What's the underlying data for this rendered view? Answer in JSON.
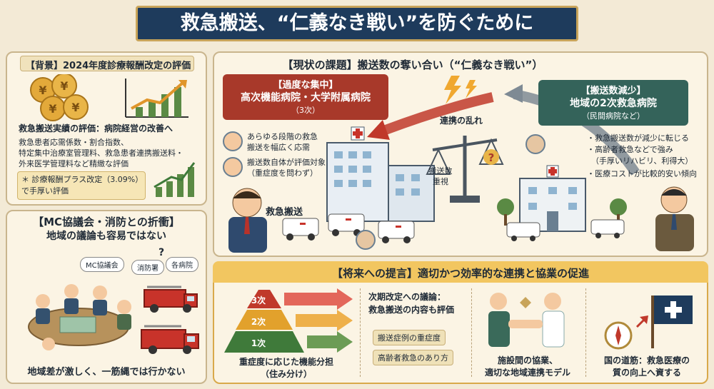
{
  "title": "救急搬送、“仁義なき戦い”を防ぐために",
  "background_panel": {
    "header": "【背景】2024年度診療報酬改定の評価",
    "line1": "救急搬送実績の評価：病院経営の改善へ",
    "detail1": "救急患者応需係数・割合指数、",
    "detail2": "特定集中治療室管理料、救急患者連携搬送料・",
    "detail3": "外来医学管理料など精緻な評価",
    "note1": "＊ 診療報酬プラス改定（3.09%）",
    "note2": "で手厚い評価",
    "coin_symbol": "¥"
  },
  "mc_panel": {
    "header": "【MC協議会・消防との折衝】",
    "subheader": "地域の議論も容易ではない",
    "bubble1": "MC協議会",
    "bubble2": "消防署",
    "bubble3": "各病院",
    "question": "?",
    "footer": "地域差が激しく、一筋縄では行かない"
  },
  "current_panel": {
    "header": "【現状の課題】搬送数の奪い合い（“仁義なき戦い”）",
    "red_box_line1": "【過度な集中】",
    "red_box_line2": "高次機能病院・大学附属病院",
    "red_box_line3": "（3次）",
    "bullet1a": "あらゆる段階の救急",
    "bullet1b": "搬送を幅広く応需",
    "bullet2a": "搬送数自体が評価対象",
    "bullet2b": "（重症度を問わず）",
    "transport_label": "救急搬送",
    "coordination_label": "連携の乱れ",
    "scale_label1": "搬送数",
    "scale_label2": "重視",
    "green_box_line1": "【搬送数減少】",
    "green_box_line2": "地域の2次救急病院",
    "green_box_line3": "（民間病院など）",
    "gbullet1": "・救急搬送数が減少に転じる",
    "gbullet2": "・高齢者救急などで強み",
    "gbullet2b": "（手厚いリハビリ、利得大）",
    "gbullet3": "・医療コストが比較的安い傾向"
  },
  "future_panel": {
    "header": "【将来への提言】適切かつ効率的な連携と協業の促進",
    "tier3": "3次",
    "tier2": "2次",
    "tier1": "1次",
    "pyramid_caption1": "重症度に応じた機能分担",
    "pyramid_caption2": "（住み分け）",
    "revision1": "次期改定への議論：",
    "revision2": "救急搬送の内容も評価",
    "pill1": "搬送症例の重症度",
    "pill2": "高齢者救急のあり方",
    "collab1": "施設間の協業、",
    "collab2": "適切な地域連携モデル",
    "nation1": "国の道筋：救急医療の",
    "nation2": "質の向上へ資する"
  },
  "colors": {
    "navy": "#1e3b5c",
    "red": "#a8392a",
    "green": "#34635a",
    "gold": "#c8a45a",
    "cream": "#fbf4e4"
  }
}
